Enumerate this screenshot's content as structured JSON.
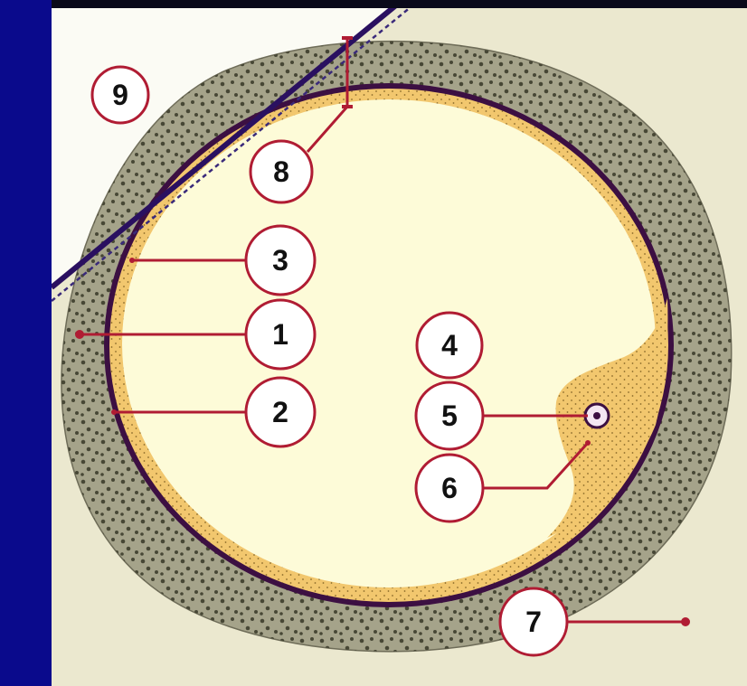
{
  "diagram": {
    "labels": {
      "n1": "1",
      "n2": "2",
      "n3": "3",
      "n4": "4",
      "n5": "5",
      "n6": "6",
      "n7": "7",
      "n8": "8",
      "n9": "9"
    },
    "colors": {
      "slide_background": "#0a0a8c",
      "panel_background": "#ebe8cf",
      "corner_region": "#fbfbf4",
      "outer_layer": "#a5a38a",
      "outer_layer_dots": "#474735",
      "inner_ring": "#f2c76e",
      "cavity": "#fdfbd8",
      "membrane_line": "#3c0f42",
      "pointer_line": "#b01c33",
      "label_circle_border": "#b01c33"
    }
  }
}
